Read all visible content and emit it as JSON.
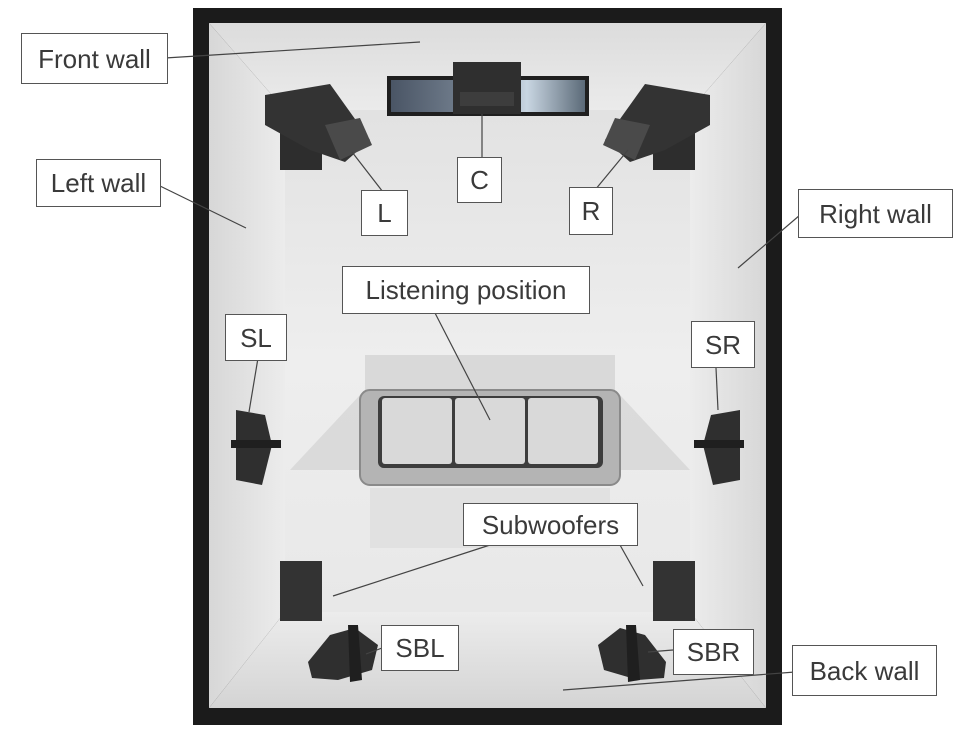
{
  "labels": {
    "front_wall": "Front wall",
    "left_wall": "Left wall",
    "right_wall": "Right wall",
    "back_wall": "Back wall",
    "center": "C",
    "left": "L",
    "right": "R",
    "listening_position": "Listening position",
    "surround_left": "SL",
    "surround_right": "SR",
    "subwoofers": "Subwoofers",
    "surround_back_left": "SBL",
    "surround_back_right": "SBR"
  },
  "colors": {
    "room_border": "#1b1b1b",
    "label_border": "#555555",
    "label_text": "#3a3a3a",
    "leader_line": "#444444",
    "speaker": "#2f2f2f"
  }
}
